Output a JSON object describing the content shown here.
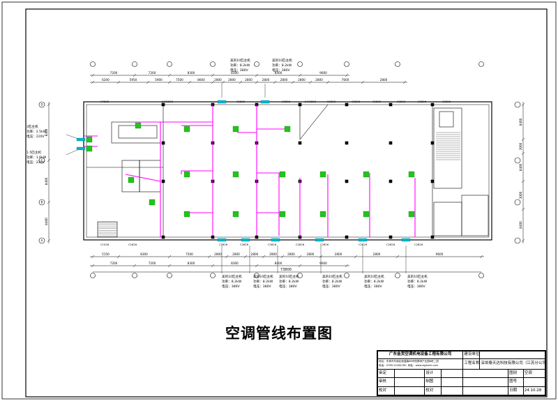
{
  "drawing": {
    "title": "空调管线布置图",
    "overall_dimension": "73800"
  },
  "dims_top_outer": [
    "7200",
    "7200",
    "8300",
    "8300",
    "8400",
    "9600"
  ],
  "dims_top_inner": [
    "6200",
    "5950",
    "5900",
    "7500",
    "8600",
    "2800",
    "2800",
    "2800",
    "2800",
    "2800",
    "2800",
    "2800",
    "7600",
    "2800"
  ],
  "dims_bottom_inner": [
    "5150",
    "8300",
    "7500",
    "2800",
    "2800",
    "2800",
    "2800",
    "2800",
    "2800",
    "2800",
    "2800",
    "9600"
  ],
  "dims_bottom_outer": [
    "7200",
    "7200",
    "8300",
    "8300",
    "8400",
    "9600"
  ],
  "dims_left": [
    "8400",
    "8400",
    "8400"
  ],
  "dims_right": [
    "8400",
    "3000",
    "8400",
    "3000",
    "8400"
  ],
  "grid_rows": [
    "D",
    "C",
    "B",
    "A"
  ],
  "windows_top": [
    "C7528",
    "JHC2626",
    "C2826",
    "C2826",
    "JHC2826",
    "C2826",
    "C2826",
    "C2826",
    "C2826",
    "C2826",
    "C2826"
  ],
  "windows_bottom": [
    "C1528",
    "C1826",
    "C2826",
    "C2826",
    "C2826",
    "C2826",
    "C2826",
    "C2826",
    "C2826",
    "C2826"
  ],
  "outdoor_units_left": [
    {
      "name": "3匹主机",
      "power": "功率：2.5kW",
      "voltage": "电压：220V"
    },
    {
      "name": "1.5匹主机",
      "power": "功率：1.6kW",
      "voltage": "电压：220V"
    }
  ],
  "outdoor_units_top": [
    {
      "name": "美的10匹主机",
      "power": "功率：8.2kW",
      "voltage": "电压：380V"
    },
    {
      "name": "美的10匹主机",
      "power": "功率：8.2kW",
      "voltage": "电压：380V"
    }
  ],
  "outdoor_units_bottom": [
    {
      "name": "美的10匹主机",
      "power": "功率：8.2kW",
      "voltage": "电压：380V"
    },
    {
      "name": "美的10匹主机",
      "power": "功率：8.2kW",
      "voltage": "电压：380V"
    },
    {
      "name": "美的10匹主机",
      "power": "功率：8.2kW",
      "voltage": "电压：380V"
    },
    {
      "name": "美的10匹主机",
      "power": "功率：8.2kW",
      "voltage": "电压：380V"
    },
    {
      "name": "美的10匹主机",
      "power": "功率：8.2kW",
      "voltage": "电压：380V"
    },
    {
      "name": "美的10匹主机",
      "power": "功率：8.2kW",
      "voltage": "电压：380V"
    }
  ],
  "title_block": {
    "company": "广东金贡空调机电设备工程有限公司",
    "address": "地址：东莞市东城区莞温路68号恒泰明产业园6栋二层",
    "phone": "电话：0769-22264760",
    "website": "网址：www.dgjinshi.com",
    "client_label": "建设单位",
    "project_label": "工程名称",
    "project_name": "深圳泰天达科技有限公司（江苏分公司）",
    "review_label": "审定",
    "design_label": "设计",
    "check_label": "审核",
    "draw_label": "制图",
    "proof_label": "校对",
    "proof2_label": "校对",
    "category_label": "图别",
    "category_value": "空调",
    "number_label": "图号",
    "date_label": "日期",
    "date_value": "24.10.28"
  },
  "colors": {
    "line": "#000000",
    "pipe": "#ff00ff",
    "indoor_unit": "#22c41c",
    "outdoor_unit": "#00b4cc"
  }
}
